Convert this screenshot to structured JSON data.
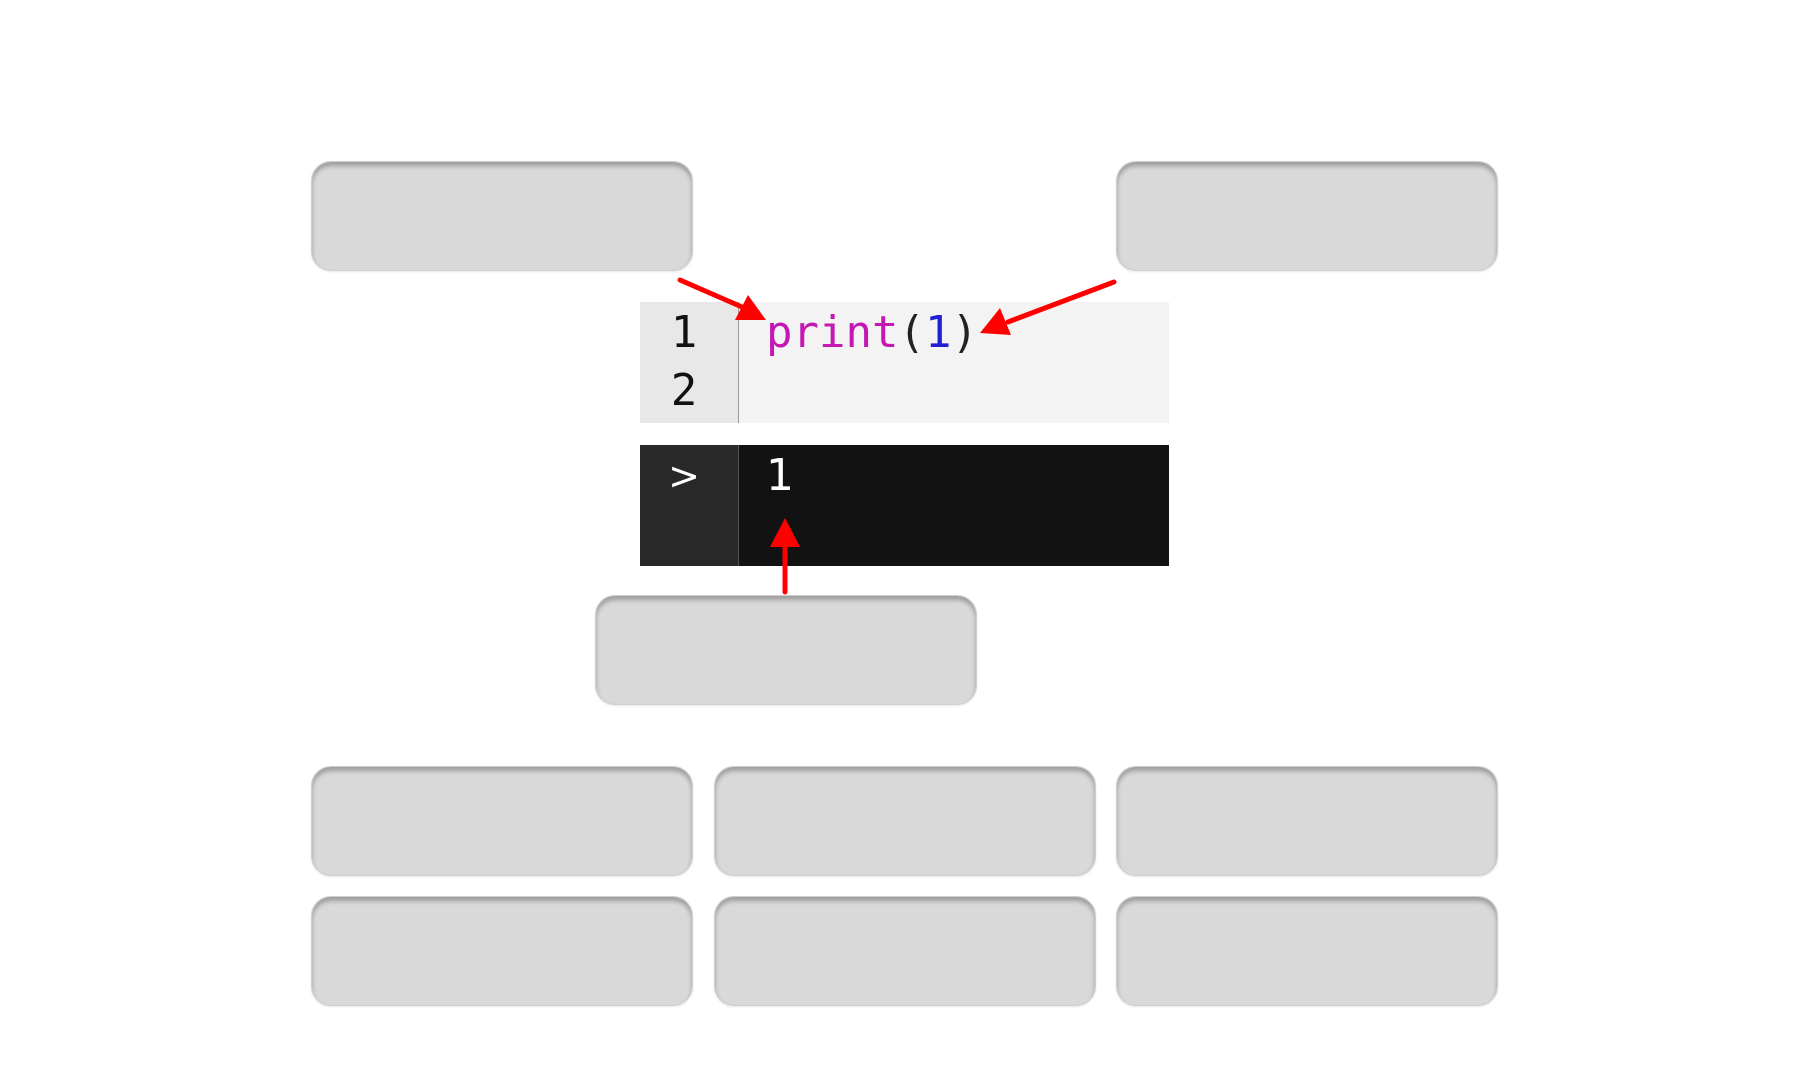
{
  "editor": {
    "line_numbers": [
      "1",
      "2"
    ],
    "code": {
      "keyword": "print",
      "open_paren": "(",
      "number": "1",
      "close_paren": ")"
    }
  },
  "console": {
    "prompt": ">",
    "output": "1"
  },
  "colors": {
    "keyword": "#c417b3",
    "number": "#2020d0",
    "arrow": "#ff0000",
    "slot": "#d9d9d9",
    "editor_bg": "#f3f3f3",
    "console_bg": "#121212"
  }
}
